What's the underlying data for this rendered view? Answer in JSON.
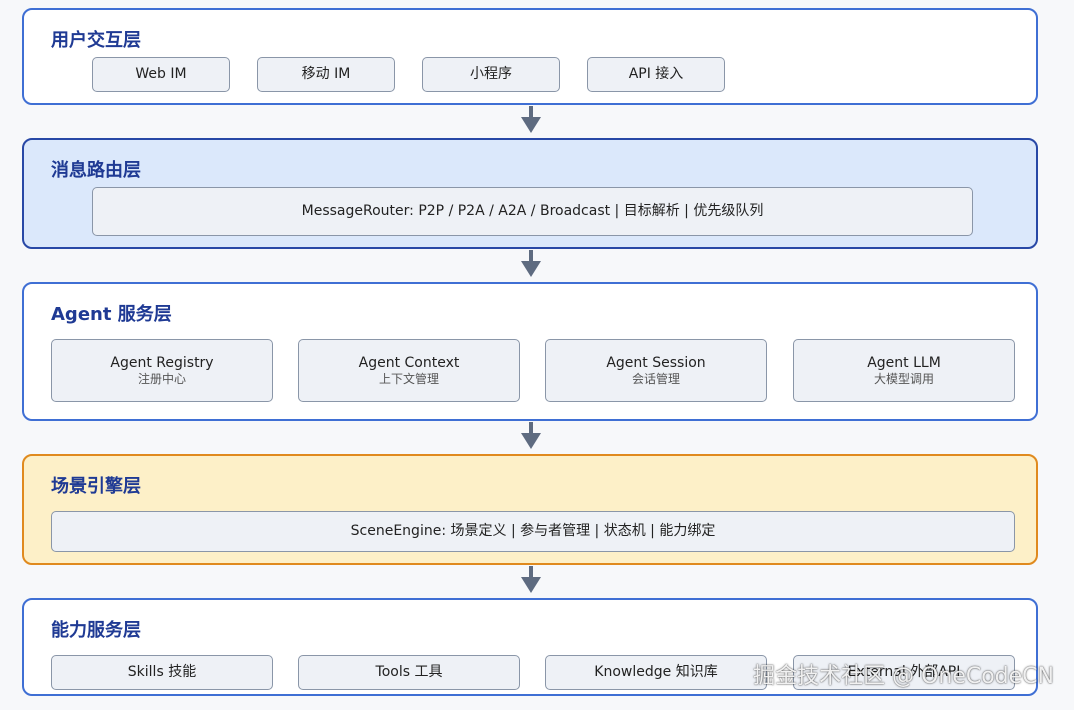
{
  "layers": [
    {
      "title": "用户交互层",
      "items": [
        {
          "label": "Web IM"
        },
        {
          "label": "移动 IM"
        },
        {
          "label": "小程序"
        },
        {
          "label": "API 接入"
        }
      ]
    },
    {
      "title": "消息路由层",
      "items": [
        {
          "label": "MessageRouter: P2P / P2A / A2A / Broadcast | 目标解析 | 优先级队列"
        }
      ]
    },
    {
      "title": "Agent 服务层",
      "items": [
        {
          "label": "Agent Registry",
          "sub": "注册中心"
        },
        {
          "label": "Agent Context",
          "sub": "上下文管理"
        },
        {
          "label": "Agent Session",
          "sub": "会话管理"
        },
        {
          "label": "Agent LLM",
          "sub": "大模型调用"
        }
      ]
    },
    {
      "title": "场景引擎层",
      "items": [
        {
          "label": "SceneEngine: 场景定义 | 参与者管理 | 状态机 | 能力绑定"
        }
      ]
    },
    {
      "title": "能力服务层",
      "items": [
        {
          "label": "Skills 技能"
        },
        {
          "label": "Tools 工具"
        },
        {
          "label": "Knowledge 知识库"
        },
        {
          "label": "External 外部API"
        }
      ]
    }
  ],
  "watermark": "掘金技术社区 @ OneCodeCN",
  "colors": {
    "title": "#1f3a94",
    "border_default": "#3f6fd4",
    "routing_fill": "#dbe8fb",
    "scene_fill": "#fdf0c8",
    "scene_border": "#e08a1e",
    "arrow": "#5e6b80"
  }
}
